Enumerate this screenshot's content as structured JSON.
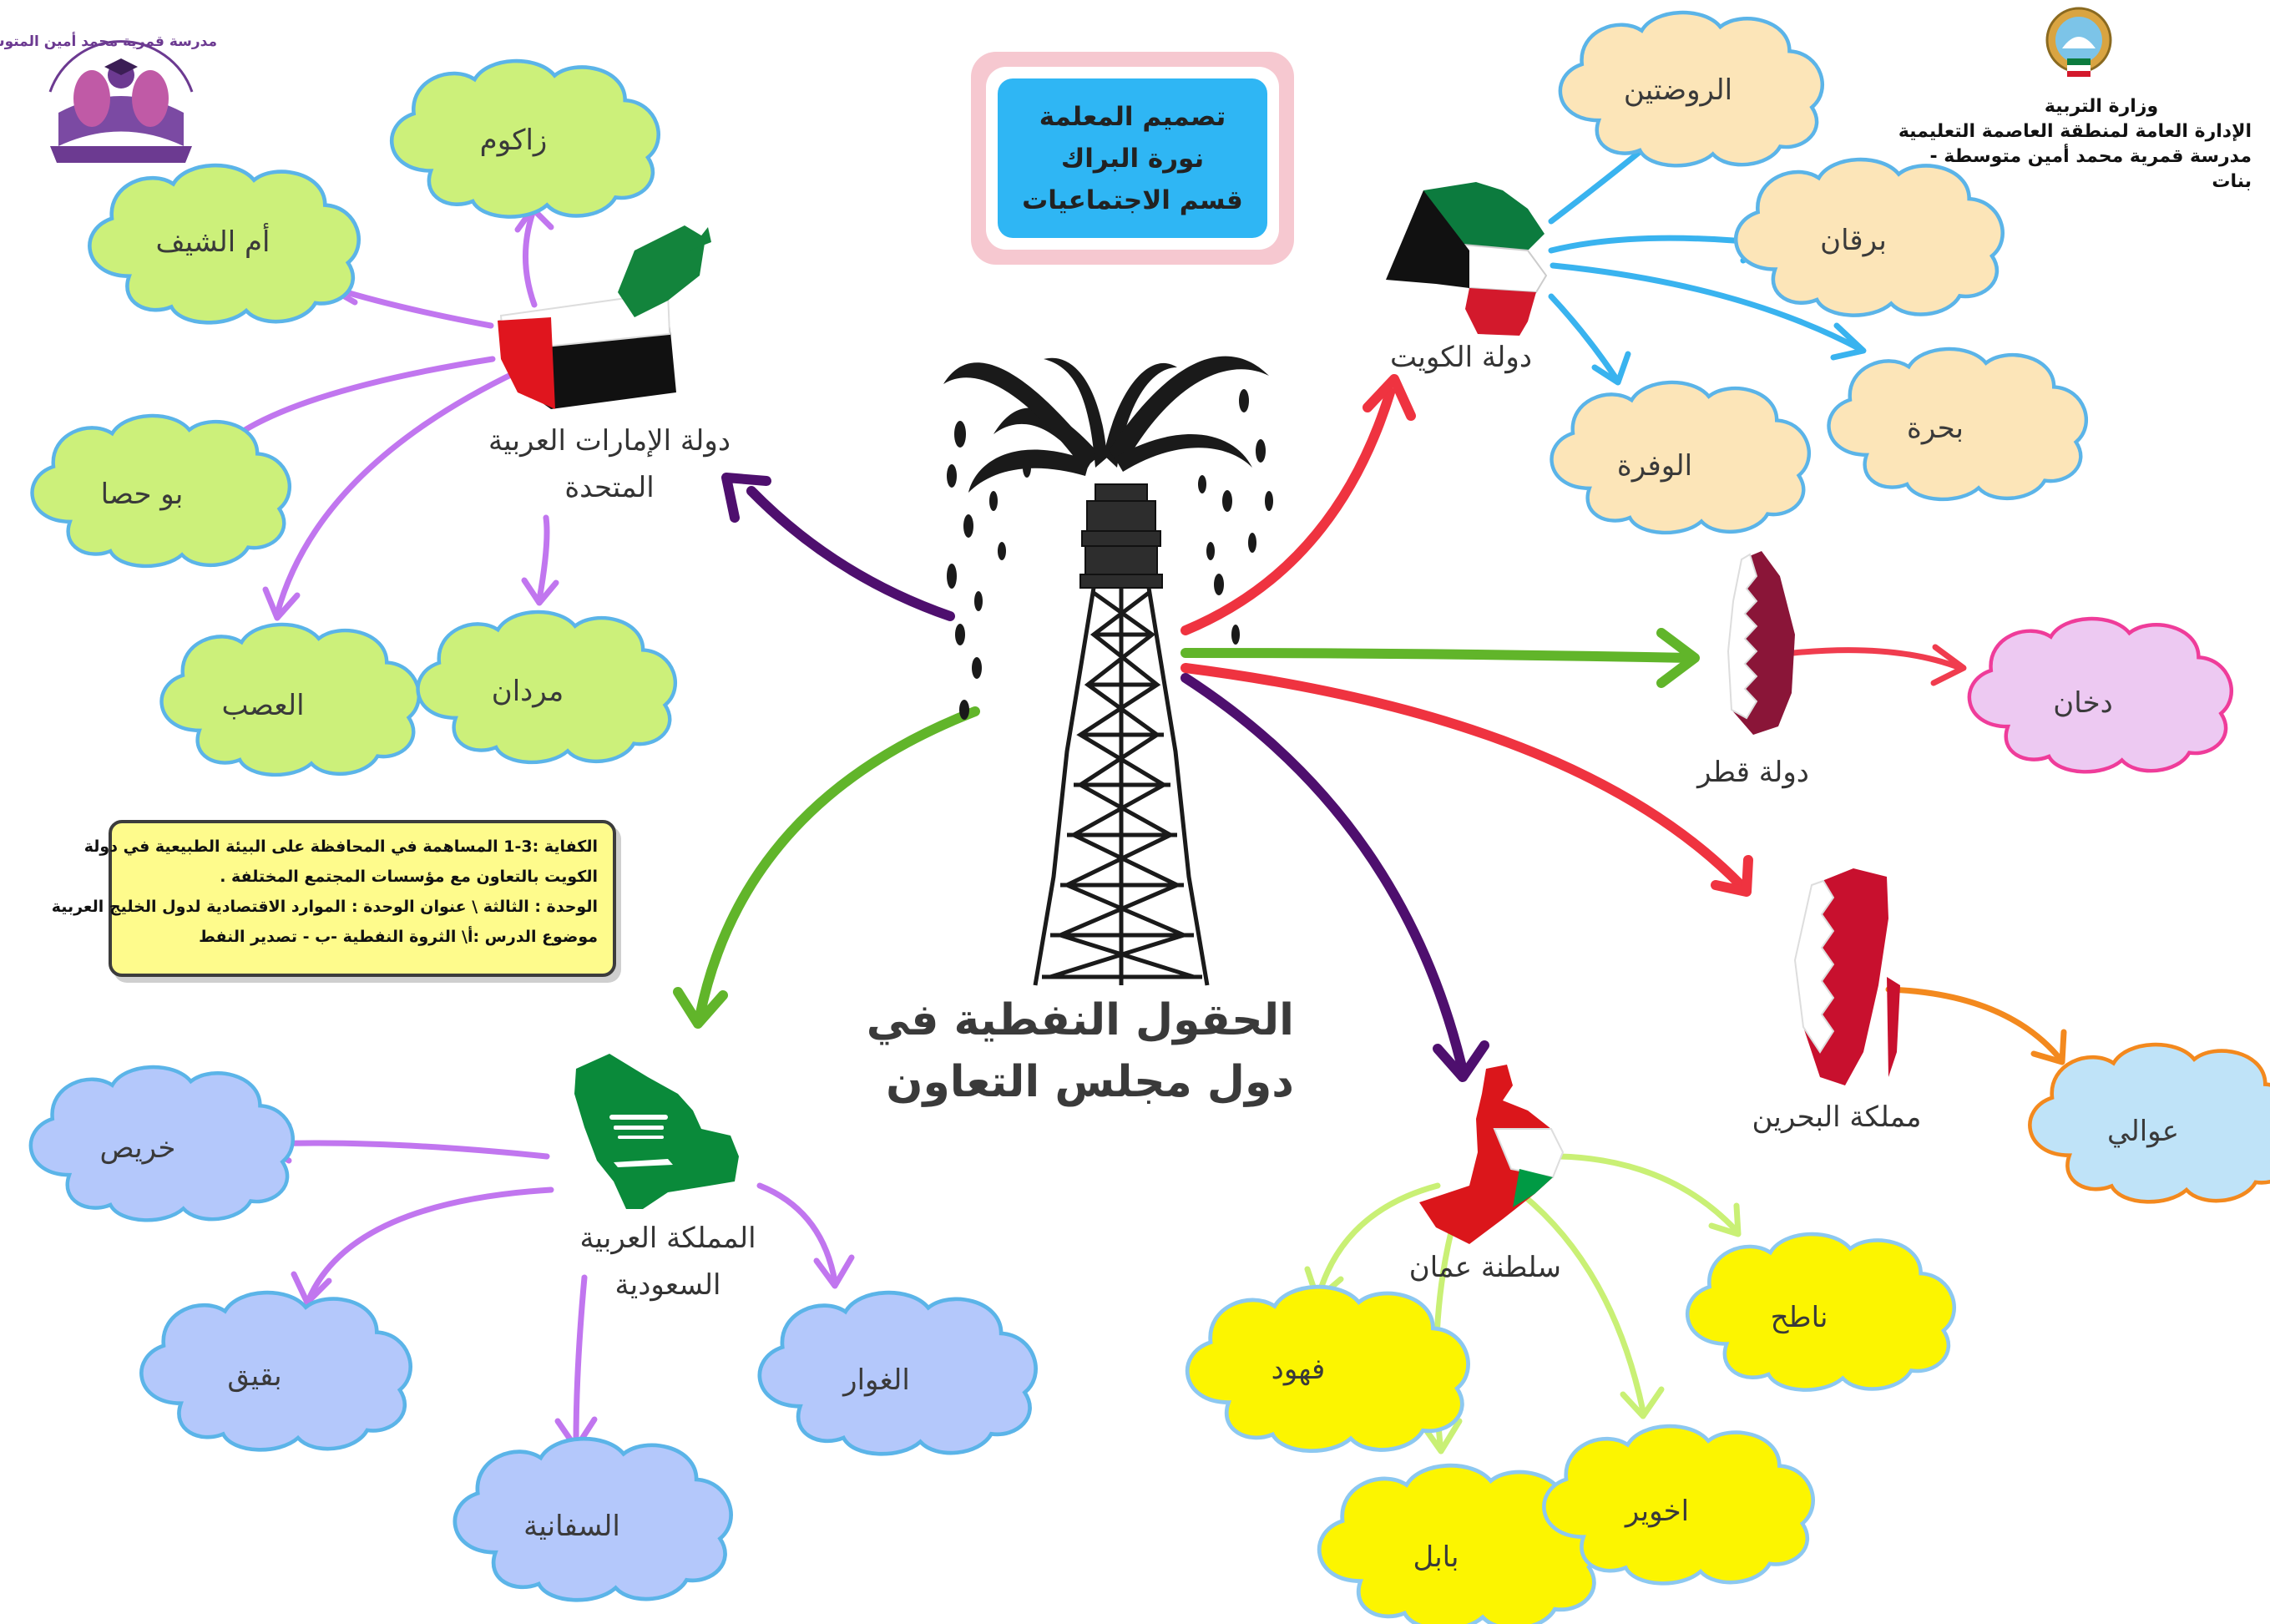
{
  "title": {
    "line1": "الحقول النفطية في",
    "line2": "دول  مجلس التعاون"
  },
  "designer": {
    "line1": "تصميم المعلمة",
    "line2": "نورة البراك",
    "line3": "قسم الاجتماعيات"
  },
  "ministry": {
    "line1": "وزارة التربية",
    "line2": "الإدارة العامة لمنطقة العاصمة التعليمية",
    "line3": "مدرسة قمرية محمد أمين  متوسطة  - بنات"
  },
  "school_logo": {
    "text": "مدرسة قمرية محمد أمين المتوسطة بنات"
  },
  "competency": {
    "line1": "الكفاية :3-1 المساهمة في المحافظة على البيئة الطبيعية في دولة",
    "line2": "الكويت بالتعاون مع مؤسسات المجتمع المختلفة .",
    "line3": "الوحدة : الثالثة \\ عنوان الوحدة : الموارد الاقتصادية لدول الخليج العربية",
    "line4": "موضوع الدرس :أ\\ الثروة النفطية  -ب - تصدير النفط"
  },
  "countries": {
    "uae": {
      "line1": "دولة الإمارات العربية",
      "line2": "المتحدة"
    },
    "kuwait": {
      "line1": "دولة الكويت"
    },
    "qatar": {
      "line1": "دولة قطر"
    },
    "bahrain": {
      "line1": "مملكة البحرين"
    },
    "oman": {
      "line1": "سلطنة عمان"
    },
    "saudi": {
      "line1": "المملكة العربية",
      "line2": "السعودية"
    }
  },
  "fields": {
    "uae": [
      "زاكوم",
      "أم الشيف",
      "بو حصا",
      "العصب",
      "مردان"
    ],
    "kuwait": [
      "الروضتين",
      "برقان",
      "بحرة",
      "الوفرة"
    ],
    "qatar": [
      "دخان"
    ],
    "bahrain": [
      "عوالي"
    ],
    "oman": [
      "ناطح",
      "فهود",
      "بابل",
      "اخوير"
    ],
    "saudi": [
      "خريص",
      "بقيق",
      "السفانية",
      "الغوار"
    ]
  },
  "colors": {
    "uae_cloud": "#ccf07a",
    "uae_arrow": "#c176ef",
    "kuwait_cloud": "#fce5b8",
    "kuwait_arrow": "#39b3ef",
    "qatar_cloud": "#edc9f2",
    "qatar_arrow": "#f03c4e",
    "bahrain_cloud": "#bfe3f8",
    "bahrain_arrow": "#f3891e",
    "oman_cloud": "#fcf500",
    "oman_arrow": "#c9f075",
    "saudi_cloud": "#b4c8fb",
    "saudi_arrow": "#c176ef",
    "center_red": "#ef3340",
    "center_green": "#61b52a",
    "center_purple": "#4e0f6e"
  },
  "icons": {
    "center": "oil-derrick-icon",
    "uae": "uae-flag-map-icon",
    "kuwait": "kuwait-flag-map-icon",
    "qatar": "qatar-flag-map-icon",
    "bahrain": "bahrain-flag-map-icon",
    "oman": "oman-flag-map-icon",
    "saudi": "saudi-flag-map-icon",
    "ministry": "kuwait-emblem-icon",
    "school": "school-logo-icon"
  }
}
